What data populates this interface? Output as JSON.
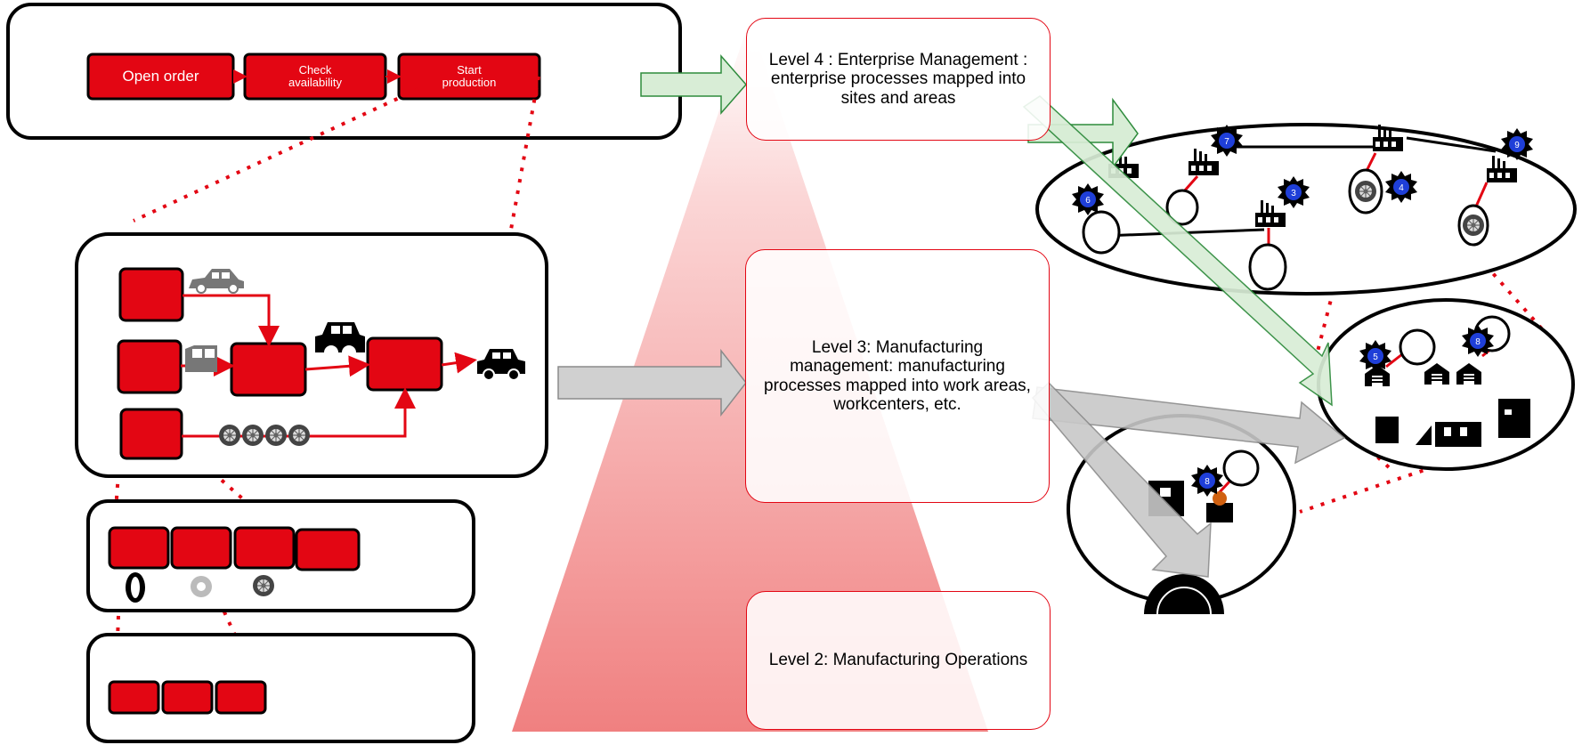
{
  "process_steps": [
    {
      "label": "Open order"
    },
    {
      "label": "Check availability"
    },
    {
      "label": "Start production"
    }
  ],
  "levels": [
    {
      "label": "Level 4 : Enterprise Management : enterprise processes mapped into sites and areas"
    },
    {
      "label": "Level 3: Manufacturing management: manufacturing processes mapped into work areas, workcenters, etc."
    },
    {
      "label": "Level 2: Manufacturing Operations"
    }
  ],
  "site_badges": [
    {
      "num": "7"
    },
    {
      "num": "9"
    },
    {
      "num": "3"
    },
    {
      "num": "4"
    },
    {
      "num": "6"
    }
  ],
  "area_badges": [
    {
      "num": "5"
    },
    {
      "num": "8"
    }
  ],
  "workcenter_badges": [
    {
      "num": "8"
    }
  ],
  "icons": {
    "factory": "factory-icon",
    "warehouse": "warehouse-icon",
    "car": "car-icon",
    "car_body": "car-body-icon",
    "car_door": "car-door-icon",
    "tire": "tire-icon",
    "wheel": "wheel-icon"
  },
  "colors": {
    "step_fill": "#e30613",
    "arrow_green_fill": "#d8edd6",
    "arrow_green_stroke": "#2e8b3c",
    "arrow_grey_fill": "#c8c8c8",
    "arrow_grey_stroke": "#8a8a8a",
    "badge_fill": "#1f3fd8",
    "pyramid_top": "#ffffff",
    "pyramid_bottom": "#f08080"
  }
}
